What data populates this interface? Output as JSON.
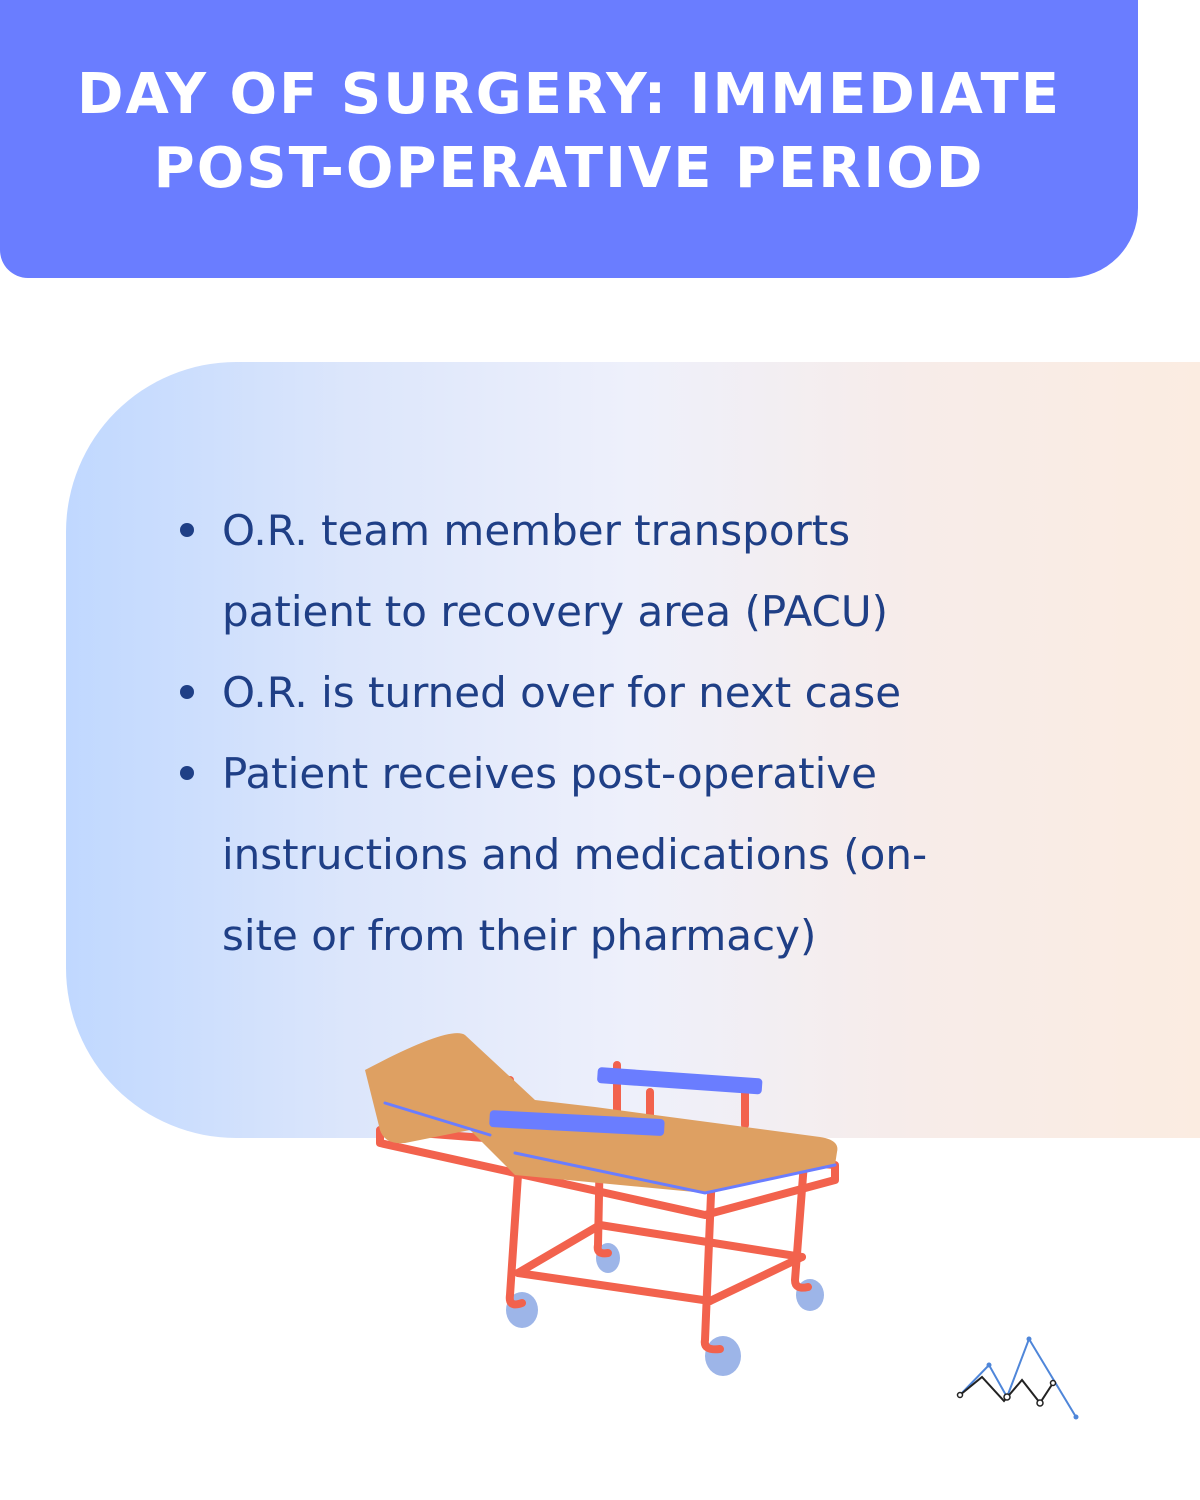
{
  "header": {
    "title_line_1": "Day of Surgery: Immediate",
    "title_line_2": "Post-Operative Period"
  },
  "bullets": [
    {
      "line_1": "O.R. team member transports",
      "line_2": "patient to recovery area (PACU)"
    },
    {
      "line_1": "O.R. is turned over for next case"
    },
    {
      "line_1": "Patient receives post-operative",
      "line_2": "instructions and medications (on-",
      "line_3": "site or from their pharmacy)"
    }
  ],
  "illustration": {
    "icon": "stretcher-icon"
  },
  "brand": {
    "icon": "mountain-line-logo"
  },
  "colors": {
    "header_bg": "#6a7dff",
    "text": "#1f3f86",
    "panel_left": "#c0d8ff",
    "panel_right": "#fbece1",
    "stretcher_frame": "#f2624d",
    "stretcher_mattress": "#dea062",
    "stretcher_rails": "#6a7dff",
    "wheels": "#9db5e8"
  }
}
